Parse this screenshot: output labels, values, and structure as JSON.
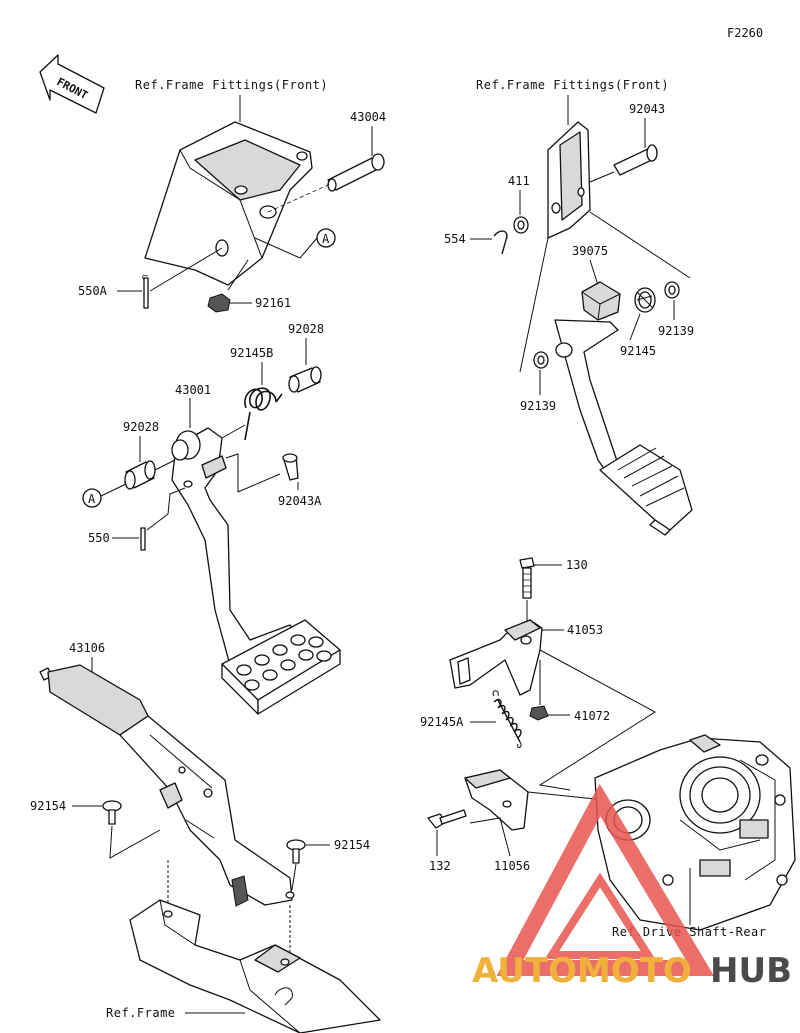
{
  "figure_code": "F2260",
  "front_marker": "FRONT",
  "callout_a": "A",
  "refs": {
    "frame_fittings_left": "Ref.Frame Fittings(Front)",
    "frame_fittings_right": "Ref.Frame Fittings(Front)",
    "drive_shaft_rear": "Ref.Drive Shaft-Rear",
    "frame": "Ref.Frame"
  },
  "parts": {
    "p43004": "43004",
    "p550A": "550A",
    "p92161": "92161",
    "p92028_top": "92028",
    "p92145B": "92145B",
    "p43001": "43001",
    "p92028_left": "92028",
    "p92043A": "92043A",
    "p550": "550",
    "p92043": "92043",
    "p411": "411",
    "p554": "554",
    "p39075": "39075",
    "p92139_right": "92139",
    "p92145": "92145",
    "p92139_left": "92139",
    "p130": "130",
    "p41053": "41053",
    "p41072": "41072",
    "p92145A": "92145A",
    "p43106": "43106",
    "p92154_left": "92154",
    "p92154_right": "92154",
    "p132": "132",
    "p11056": "11056"
  },
  "watermark": {
    "part1": "AUTOMOTO",
    "part2": "HUB"
  }
}
